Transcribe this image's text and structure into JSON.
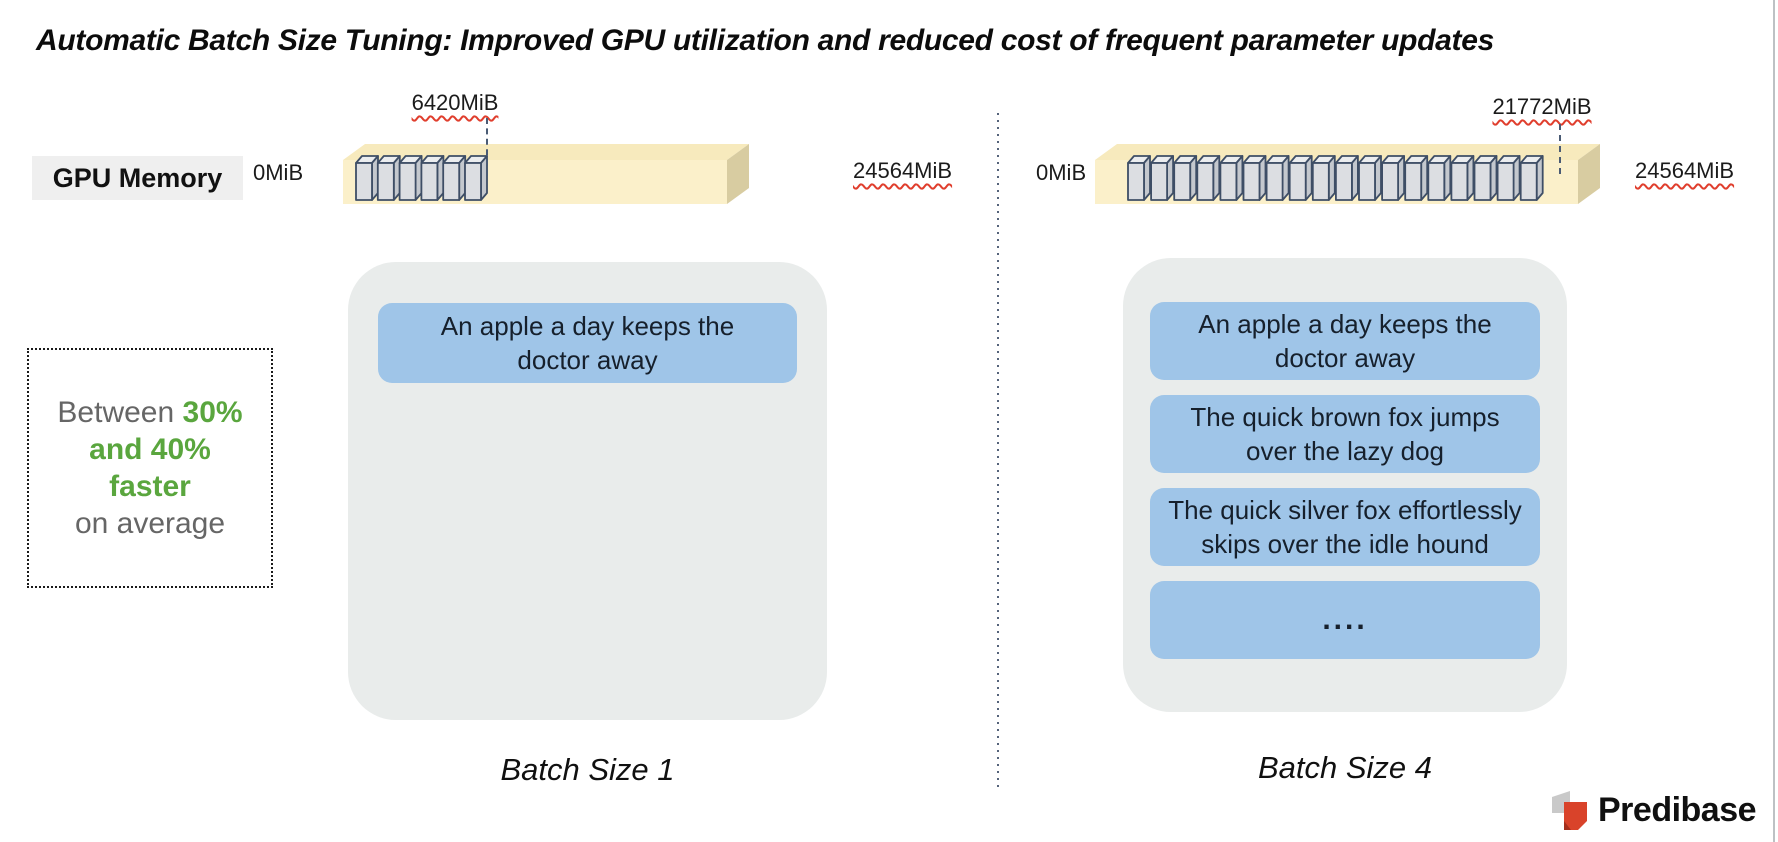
{
  "title": "Automatic Batch Size Tuning: Improved GPU utilization and reduced cost of frequent parameter updates",
  "gpu_memory_label": "GPU Memory",
  "memory_bars": {
    "left": {
      "start": "0MiB",
      "used": "6420MiB",
      "total": "24564MiB",
      "block_count": 6
    },
    "right": {
      "start": "0MiB",
      "used": "21772MiB",
      "total": "24564MiB",
      "block_count": 18
    }
  },
  "stat_box": {
    "line1_gray": "Between",
    "line1_green": "30%",
    "line2_green": "and 40%",
    "line3_green": "faster",
    "line4_gray": "on average"
  },
  "panels": {
    "left": {
      "caption": "Batch Size 1",
      "sentences": [
        "An apple a day keeps the doctor away"
      ]
    },
    "right": {
      "caption": "Batch Size 4",
      "sentences": [
        "An apple a day keeps the doctor away",
        "The quick brown fox jumps over the lazy dog",
        "The quick silver fox effortlessly skips over the idle hound",
        "...."
      ]
    }
  },
  "logo": {
    "name": "Predibase"
  },
  "colors": {
    "bar_front": "#fbf0ca",
    "bar_top": "#f7eabd",
    "bar_side": "#d8cca1",
    "block_front": "#dcdee2",
    "block_top": "#ebedef",
    "block_side": "#c4c8ce",
    "block_stroke": "#3e4e66",
    "sentence_blue": "#9fc5e8",
    "panel_gray": "#e9eceb",
    "accent_green": "#5aa63e",
    "squiggle_red": "#e03e2d",
    "marker_dash": "#4a5b74"
  }
}
